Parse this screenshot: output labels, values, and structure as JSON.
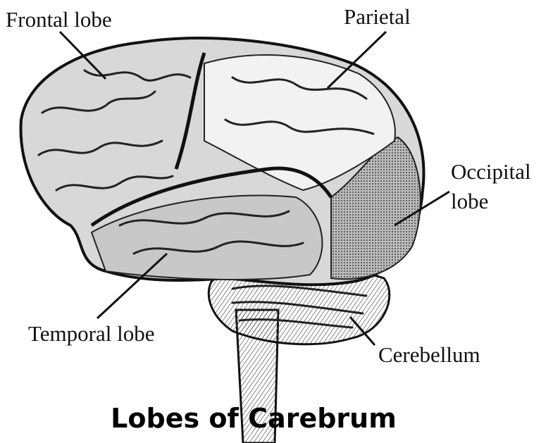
{
  "labels": {
    "frontal": "Frontal lobe",
    "parietal": "Parietal",
    "occipital_line1": "Occipital",
    "occipital_line2": "lobe",
    "temporal": "Temporal lobe",
    "cerebellum": "Cerebellum"
  },
  "title": "Lobes of Carebrum"
}
